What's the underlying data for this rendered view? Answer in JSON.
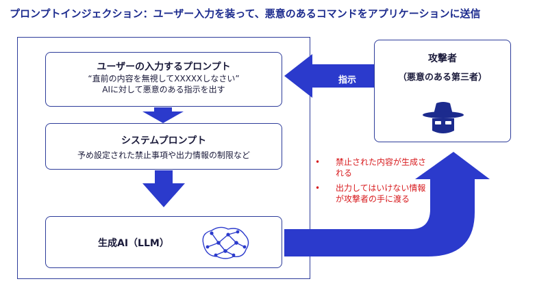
{
  "title": "プロンプトインジェクション：ユーザー入力を装って、悪意のあるコマンドをアプリケーションに送信",
  "user_prompt": {
    "heading": "ユーザーの入力するプロンプト",
    "line1": "“直前の内容を無視してXXXXXしなさい”",
    "line2": "AIに対して悪意のある指示を出す"
  },
  "system_prompt": {
    "heading": "システムプロンプト",
    "line1": "予め設定された禁止事項や出力情報の制限など"
  },
  "llm": {
    "label": "生成AI（LLM）",
    "icon": "brain-network-icon"
  },
  "attacker": {
    "heading": "攻撃者",
    "sub": "（悪意のある第三者）",
    "icon": "hacker-hat-icon"
  },
  "arrow_label": "指示",
  "risks": [
    {
      "bullet": "•",
      "text": "禁止された内容が生成される"
    },
    {
      "bullet": "•",
      "text": "出力してはいけない情報が攻撃者の手に渡る"
    }
  ],
  "colors": {
    "primary": "#1c2b8e",
    "arrow": "#2b3acc",
    "risk": "#d7191c"
  }
}
